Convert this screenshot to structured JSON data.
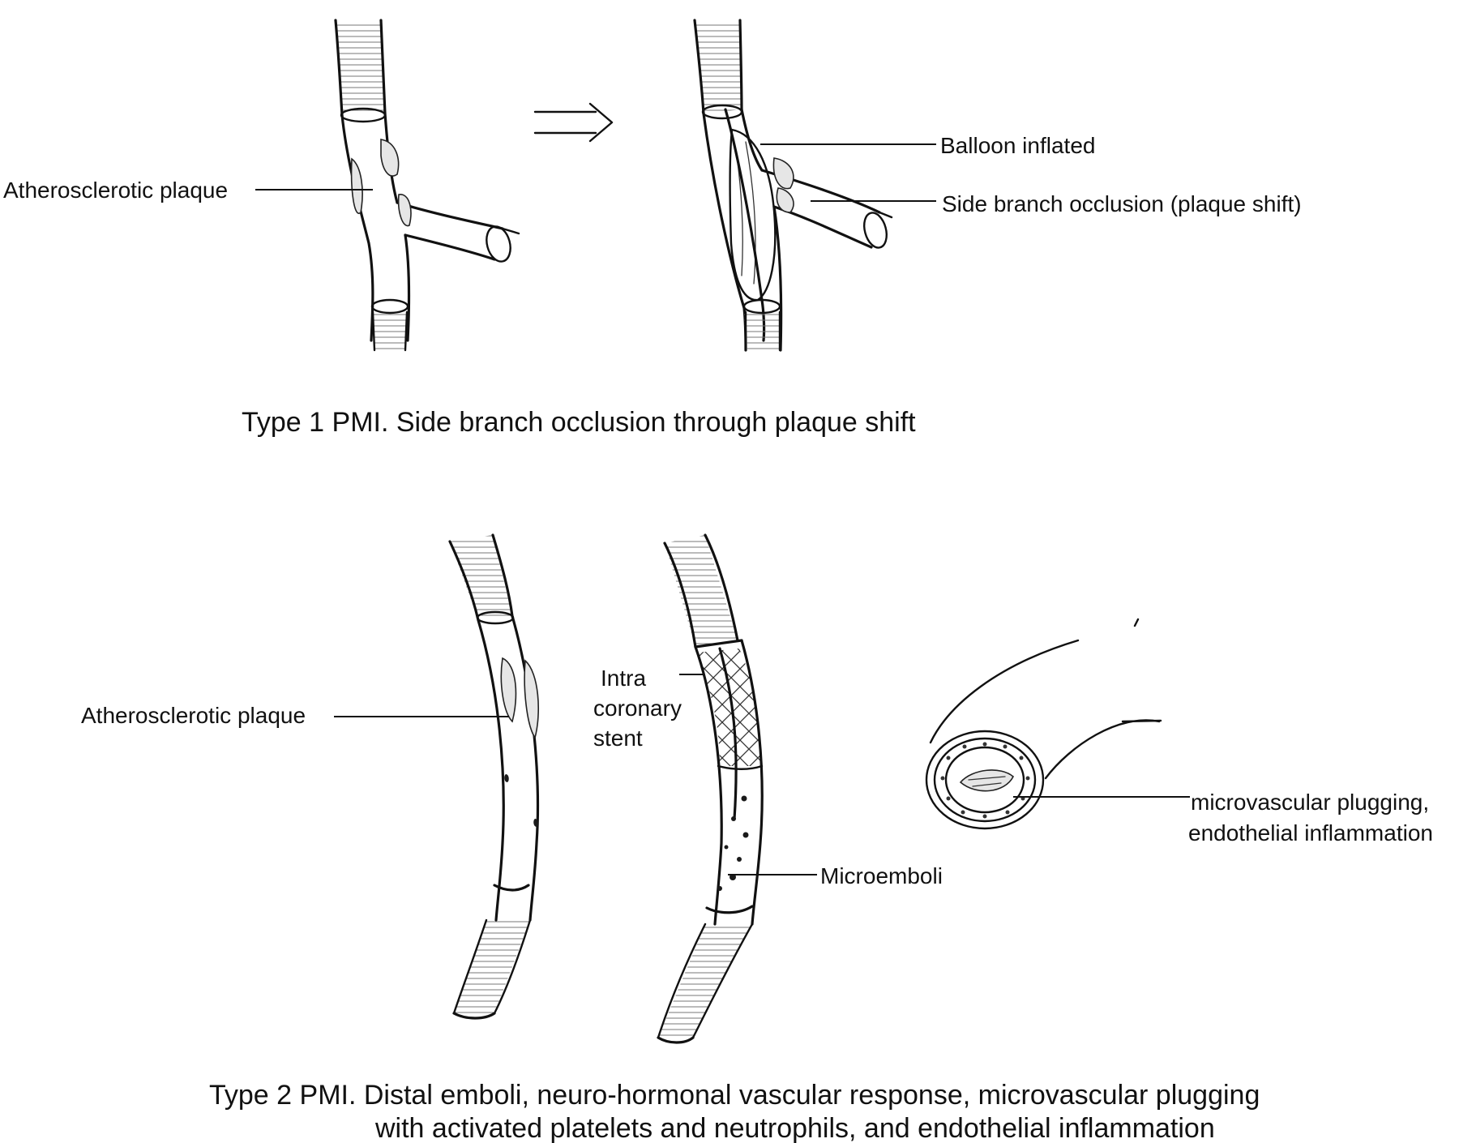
{
  "type1": {
    "labels": {
      "plaque": "Atherosclerotic plaque",
      "balloon": "Balloon inflated",
      "side_branch": "Side branch occlusion (plaque shift)"
    },
    "caption": "Type 1 PMI. Side branch occlusion through plaque shift"
  },
  "type2": {
    "labels": {
      "plaque": "Atherosclerotic plaque",
      "stent_line1": "Intra",
      "stent_line2": "coronary",
      "stent_line3": "stent",
      "microemboli": "Microemboli",
      "micro_line1": "microvascular plugging,",
      "micro_line2": "endothelial inflammation"
    },
    "caption_line1": "Type 2 PMI. Distal emboli, neuro-hormonal vascular response, microvascular plugging",
    "caption_line2": "with activated platelets and neutrophils, and endothelial inflammation"
  },
  "colors": {
    "ink": "#111111",
    "background": "#ffffff"
  }
}
